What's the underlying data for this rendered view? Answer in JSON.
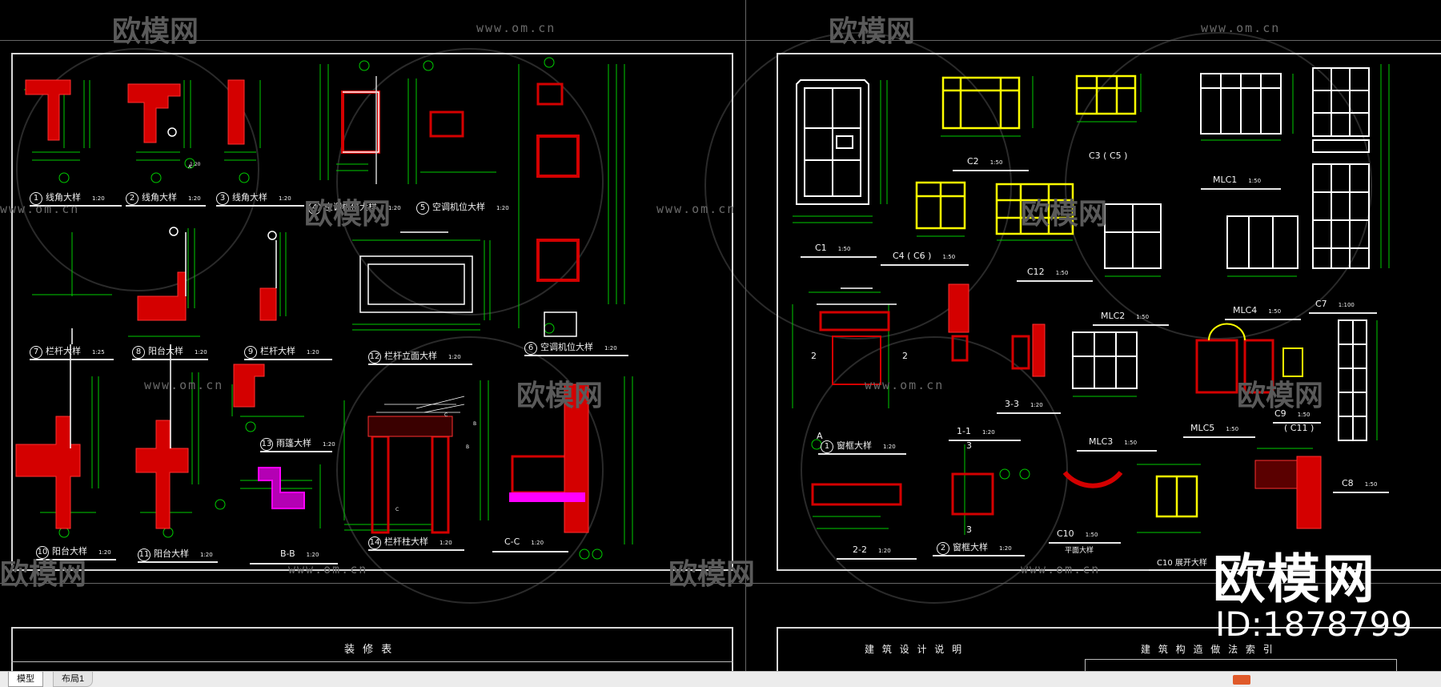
{
  "watermark": {
    "logo_text": "欧模网",
    "url_text": "www.om.cn",
    "brand_text": "欧模网",
    "id_text": "ID:1878799"
  },
  "left_sheet": {
    "details": [
      {
        "num": "1",
        "label": "线角大样",
        "scale": "1:20"
      },
      {
        "num": "2",
        "label": "线角大样",
        "scale": "1:20"
      },
      {
        "num": "3",
        "label": "线角大样",
        "scale": "1:20"
      },
      {
        "num": "4",
        "label": "空调机位大样",
        "scale": "1:20"
      },
      {
        "num": "5",
        "label": "空调机位大样",
        "scale": "1:20"
      },
      {
        "num": "6",
        "label": "空调机位大样",
        "scale": "1:20"
      },
      {
        "num": "7",
        "label": "栏杆大样",
        "scale": "1:25"
      },
      {
        "num": "8",
        "label": "阳台大样",
        "scale": "1:20"
      },
      {
        "num": "9",
        "label": "栏杆大样",
        "scale": "1:20"
      },
      {
        "num": "10",
        "label": "阳台大样",
        "scale": "1:20"
      },
      {
        "num": "11",
        "label": "阳台大样",
        "scale": "1:20"
      },
      {
        "num": "12",
        "label": "栏杆立面大样",
        "scale": "1:20"
      },
      {
        "num": "13",
        "label": "雨篷大样",
        "scale": "1:20"
      },
      {
        "num": "14",
        "label": "栏杆柱大样",
        "scale": "1:20"
      }
    ],
    "sections": [
      {
        "label": "B-B",
        "scale": "1:20"
      },
      {
        "label": "C-C",
        "scale": "1:20"
      }
    ],
    "bottom_title": "装 修 表"
  },
  "right_sheet": {
    "windows": [
      {
        "label": "C1",
        "scale": "1:50"
      },
      {
        "label": "C2",
        "scale": "1:50"
      },
      {
        "label": "C3 ( C5 )",
        "scale": ""
      },
      {
        "label": "C4 ( C6 )",
        "scale": "1:50"
      },
      {
        "label": "C12",
        "scale": "1:50"
      },
      {
        "label": "MLC1",
        "scale": "1:50"
      },
      {
        "label": "MLC2",
        "scale": "1:50"
      },
      {
        "label": "MLC4",
        "scale": "1:50"
      },
      {
        "label": "C7",
        "scale": "1:100"
      },
      {
        "label": "MLC3",
        "scale": "1:50"
      },
      {
        "label": "MLC5",
        "scale": "1:50"
      },
      {
        "label": "C9",
        "scale": "1:50"
      },
      {
        "label": "( C11 )",
        "scale": ""
      },
      {
        "label": "C8",
        "scale": "1:50"
      }
    ],
    "details": [
      {
        "num": "1",
        "label": "窗框大样",
        "scale": "1:20"
      },
      {
        "num": "2",
        "label": "窗框大样",
        "scale": "1:20"
      },
      {
        "num": "",
        "label": "1-1",
        "scale": "1:20"
      },
      {
        "num": "",
        "label": "2-2",
        "scale": "1:20"
      },
      {
        "num": "",
        "label": "3-3",
        "scale": "1:20"
      },
      {
        "num": "",
        "label": "C10",
        "scale": "1:50"
      },
      {
        "num": "",
        "label": "平面大样",
        "scale": ""
      },
      {
        "num": "",
        "label": "C10 展开大样",
        "scale": ""
      }
    ],
    "bottom_title_left": "建 筑 设 计 说 明",
    "bottom_title_right": "建 筑 构 造 做 法 索 引"
  },
  "tabs": [
    {
      "label": "模型",
      "active": true
    },
    {
      "label": "布局1",
      "active": false
    }
  ],
  "colors": {
    "background": "#000000",
    "frame": "#d8d8d8",
    "dimension": "#00cc00",
    "section_fill": "#d40000",
    "window_yellow": "#ffff00",
    "highlight_magenta": "#ff00ff",
    "text": "#f2f2f2"
  }
}
